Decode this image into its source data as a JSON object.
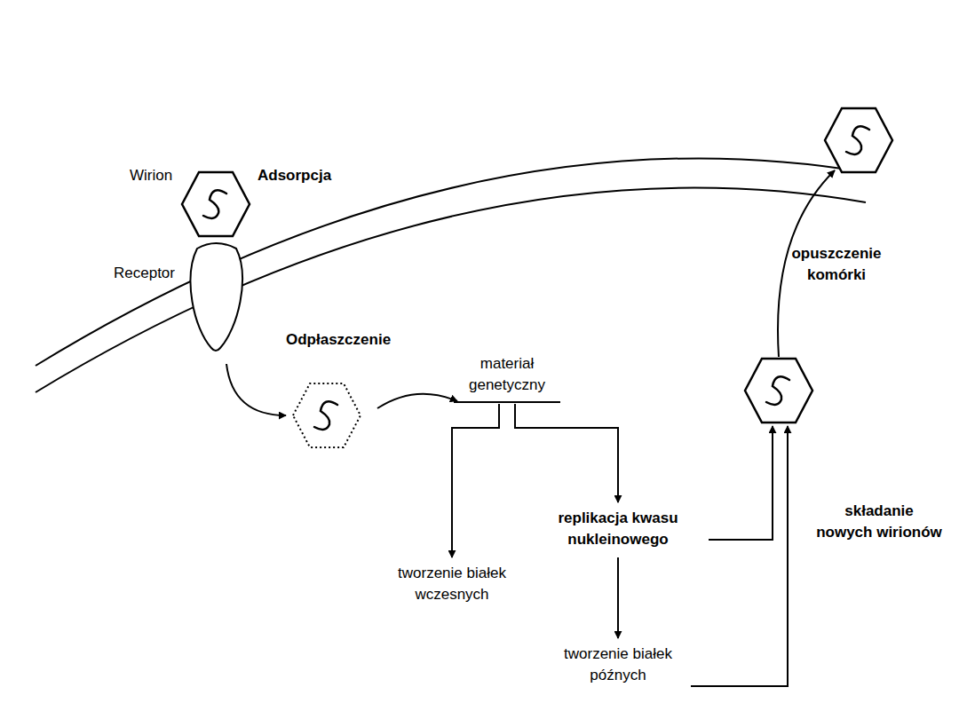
{
  "diagram": {
    "nodes": [
      {
        "text": [
          "materiał genetyczny"
        ]
      },
      {
        "text": [
          "tworzenie białek wczesnych"
        ]
      },
      {
        "text": [
          "replikacja kwasu nukleinowego"
        ]
      },
      {
        "text": [
          "tworzenie białek późnych"
        ]
      }
    ],
    "edges": [
      {
        "from": 0,
        "to": 1,
        "arrow": "to"
      },
      {
        "from": 0,
        "to": 2,
        "arrow": "to"
      },
      {
        "from": 2,
        "to": 3,
        "arrow": "to"
      }
    ],
    "labels": [
      "Wirion",
      "Adsorpcja",
      "Receptor",
      "Odpłaszczenie",
      "składanie nowych wirionów",
      "opuszczenie komórki"
    ]
  }
}
